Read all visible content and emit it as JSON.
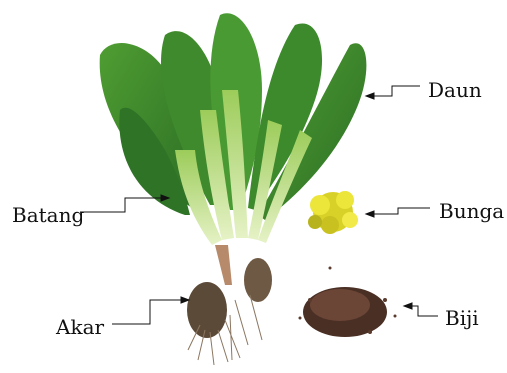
{
  "labels": {
    "daun": "Daun",
    "batang": "Batang",
    "bunga": "Bunga",
    "akar": "Akar",
    "biji": "Biji"
  },
  "colors": {
    "leaf_dark": "#2f7d2a",
    "leaf_light": "#5fae3a",
    "stem": "#cfe8a6",
    "flower": "#e3dc2a",
    "root": "#6e5a44",
    "seed": "#5a3a2c",
    "pointer_line": "#111111"
  }
}
